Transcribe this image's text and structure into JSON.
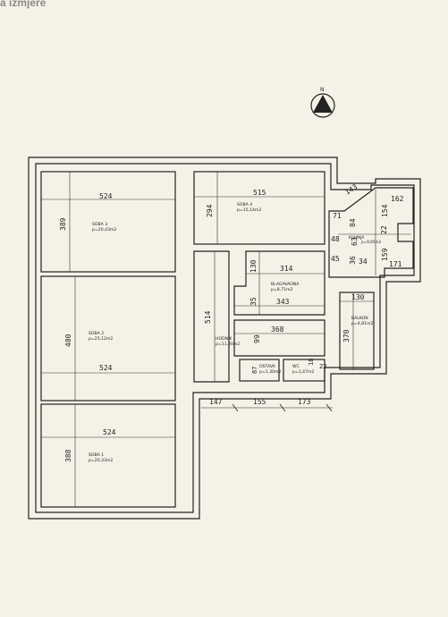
{
  "header": {
    "text": "a izmjere"
  },
  "north": {
    "label": "N"
  },
  "rooms": [
    {
      "id": "soba3",
      "name": "SOBA 3",
      "area": "p=20,43m2",
      "w": "524",
      "h": "389"
    },
    {
      "id": "soba2",
      "name": "SOBA 2",
      "area": "p=25,12m2",
      "w": "524",
      "h": "480"
    },
    {
      "id": "soba1",
      "name": "SOBA 1",
      "area": "p=20,33m2",
      "w": "524",
      "h": "388"
    },
    {
      "id": "soba4",
      "name": "SOBA 4",
      "area": "p=15,14m2",
      "w": "515",
      "h": "294"
    },
    {
      "id": "kupaonica",
      "name": "BLAGAVAONA",
      "area": "p=8,71m2",
      "w": "314",
      "h": "130",
      "w2": "343",
      "h2": "35"
    },
    {
      "id": "hodnik",
      "name": "HODNIK",
      "area": "p=11,20m2",
      "w": "368",
      "h": "514",
      "h2": "99"
    },
    {
      "id": "ostava",
      "name": "OSTAVA",
      "area": "p=1,30m2",
      "h": "87"
    },
    {
      "id": "wc",
      "name": "WC",
      "area": "p=1,47m2",
      "h": "18",
      "w": "22"
    },
    {
      "id": "kuhinja",
      "name": "KUHINJA",
      "area": "p=9,65m2"
    },
    {
      "id": "balkon",
      "name": "BALKON",
      "area": "p=4,81m2",
      "w": "130",
      "h": "370"
    }
  ],
  "kitchen_dims": [
    "143",
    "162",
    "71",
    "84",
    "154",
    "22",
    "63",
    "48",
    "45",
    "36",
    "34",
    "159",
    "171"
  ],
  "bottom_dims": [
    "147",
    "155",
    "173"
  ]
}
